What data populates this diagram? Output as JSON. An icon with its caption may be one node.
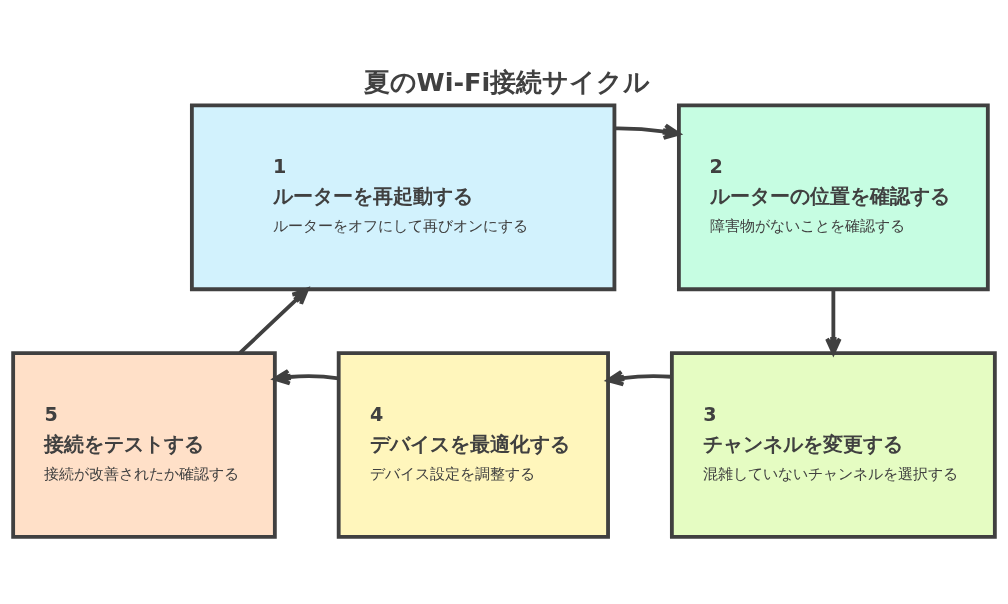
{
  "diagram": {
    "title": "夏のWi-Fi接続サイクル",
    "nodes": [
      {
        "text": [
          "1",
          "ルーターを再起動する",
          "ルーターをオフにして再びオンにする"
        ]
      },
      {
        "text": [
          "2",
          "ルーターの位置を確認する",
          "障害物がないことを確認する"
        ]
      },
      {
        "text": [
          "3",
          "チャンネルを変更する",
          "混雑していないチャンネルを選択する"
        ]
      },
      {
        "text": [
          "4",
          "デバイスを最適化する",
          "デバイス設定を調整する"
        ]
      },
      {
        "text": [
          "5",
          "接続をテストする",
          "接続が改善されたか確認する"
        ]
      }
    ],
    "edges": [
      {
        "from": 0,
        "to": 1,
        "arrow": "to"
      },
      {
        "from": 1,
        "to": 2,
        "arrow": "to"
      },
      {
        "from": 2,
        "to": 3,
        "arrow": "to"
      },
      {
        "from": 3,
        "to": 4,
        "arrow": "to"
      },
      {
        "from": 4,
        "to": 0,
        "arrow": "to"
      }
    ]
  }
}
